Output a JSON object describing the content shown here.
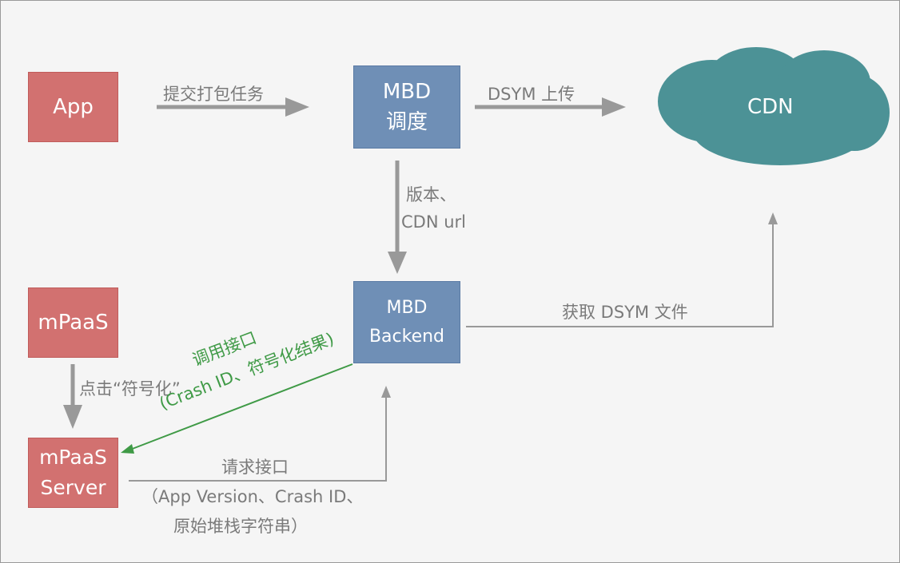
{
  "colors": {
    "red_box": "#d27170",
    "blue_box": "#6f8fb6",
    "cloud": "#4c9296",
    "gray_arrow": "#999999",
    "green_arrow": "#3f9a46",
    "label_text": "#7a7a7a"
  },
  "nodes": {
    "app": "App",
    "mbd_dispatch": [
      "MBD",
      "调度"
    ],
    "cdn": "CDN",
    "mbd_backend": [
      "MBD",
      "Backend"
    ],
    "mpaas": "mPaaS",
    "mpaas_server": [
      "mPaaS",
      "Server"
    ]
  },
  "edges": {
    "app_to_mbd": "提交打包任务",
    "mbd_to_cdn": "DSYM 上传",
    "mbd_to_backend": [
      "版本、",
      "CDN url"
    ],
    "backend_to_cdn": "获取 DSYM 文件",
    "mpaas_to_server": "点击“符号化”",
    "backend_to_server": [
      "调用接口",
      "(Crash ID、符号化结果)"
    ],
    "server_to_backend": [
      "请求接口",
      "（App Version、Crash ID、",
      "原始堆栈字符串）"
    ]
  }
}
